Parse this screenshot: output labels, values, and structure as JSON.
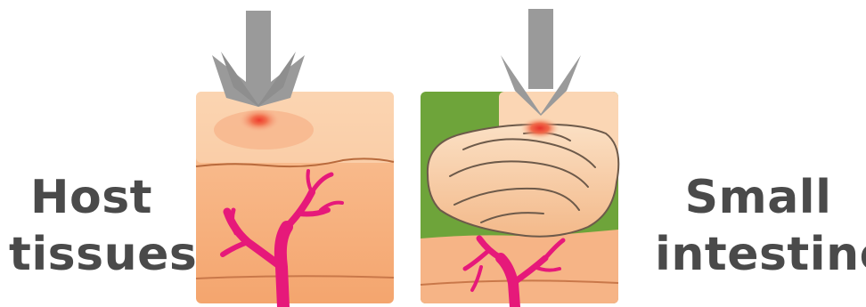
{
  "labels": {
    "left": {
      "line1": "Host",
      "line2": "tissues"
    },
    "right": {
      "line1": "Small",
      "line2": "intestine"
    }
  },
  "colors": {
    "arrow": "#9a9a9a",
    "tissue": "#f5a66e",
    "tissue_light": "#fbd3b0",
    "vessel": "#e6197a",
    "lesion": "#ef4a3a",
    "background_green": "#6ea43a",
    "intestine": "#f8c9a0",
    "text": "#4a4a4a"
  },
  "icons": [
    "down-arrow-icon",
    "down-arrow-icon"
  ]
}
